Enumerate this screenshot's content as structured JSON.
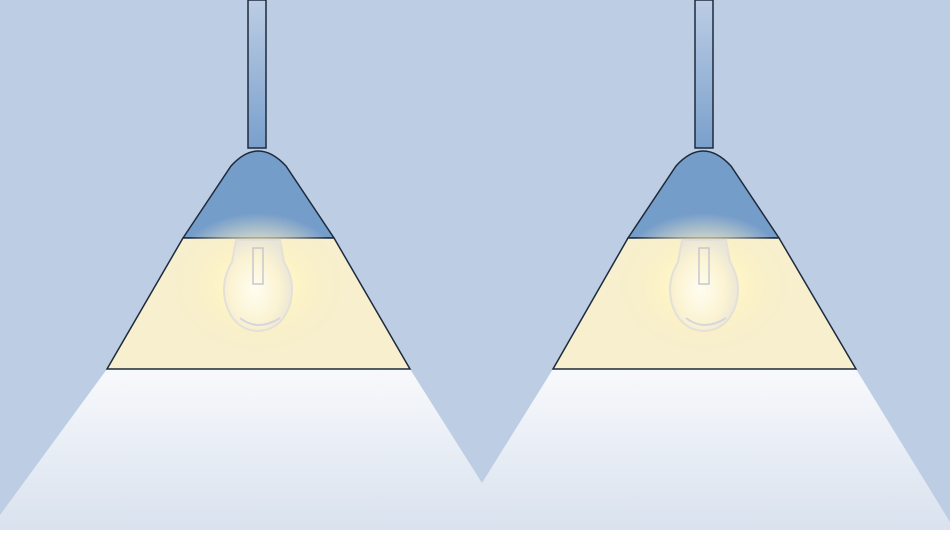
{
  "scene": {
    "background_color": "#bccde4",
    "floor_color": "#ffffff",
    "shade_color": "#759dca",
    "shade_stroke": "#1e2a3c",
    "rod_color": "#8fb0d6",
    "inner_shade_color": "#f7efcd",
    "bulb_glow_color": "#fff6c8",
    "light_beam_top": "#f8f9fc",
    "light_beam_bottom": "#d9e2ee"
  },
  "lamps": [
    {
      "name": "left-lamp",
      "state": "on"
    },
    {
      "name": "right-lamp",
      "state": "on"
    }
  ]
}
